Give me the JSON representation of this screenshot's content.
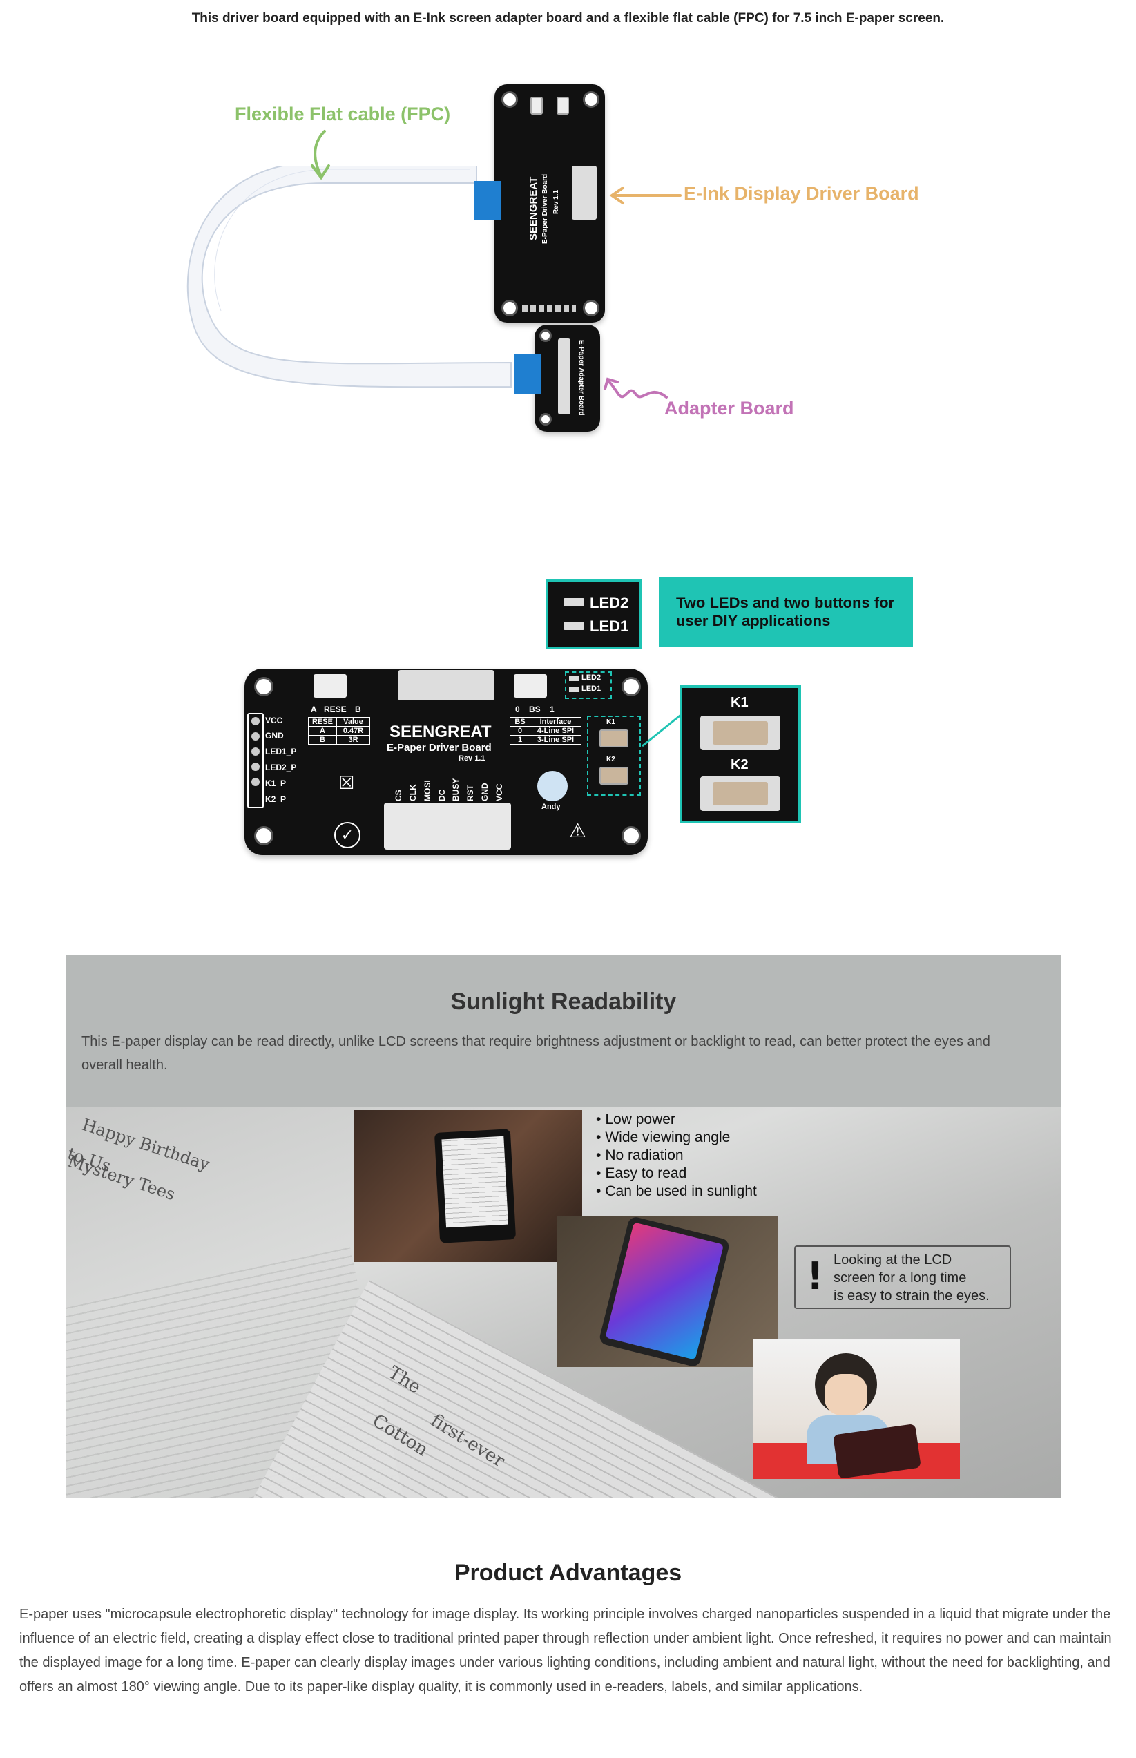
{
  "header": {
    "caption": "This driver board equipped with an E-Ink screen adapter board and a flexible flat cable (FPC) for 7.5 inch E-paper screen."
  },
  "diagram1": {
    "fpc_label": "Flexible Flat cable (FPC)",
    "driver_label": "E-Ink Display Driver Board",
    "adapter_label": "Adapter Board",
    "brand": "SEENGREAT",
    "driver_board_silk": "E-Paper Driver Board",
    "driver_board_rev": "Rev 1.1",
    "adapter_board_silk": "E-Paper Adapter Board",
    "fpc_color": "#f2f4f8",
    "connector_color": "#1f7fd0"
  },
  "diagram2": {
    "callout_text_line1": "Two LEDs and two buttons for",
    "callout_text_line2": "user DIY applications",
    "led2": "LED2",
    "led1": "LED1",
    "k1": "K1",
    "k2": "K2",
    "brand": "SEENGREAT",
    "board_name": "E-Paper Driver Board",
    "board_rev": "Rev 1.1",
    "left_pins": [
      "VCC",
      "GND",
      "LED1_P",
      "LED2_P",
      "K1_P",
      "K2_P"
    ],
    "bottom_pins": [
      "CS",
      "CLK",
      "MOSI",
      "DC",
      "BUSY",
      "RST",
      "GND",
      "VCC"
    ],
    "rese_table": {
      "headers": [
        "RESE",
        "Value"
      ],
      "rows": [
        [
          "A",
          "0.47R"
        ],
        [
          "B",
          "3R"
        ]
      ]
    },
    "bs_table": {
      "headers": [
        "BS",
        "Interface"
      ],
      "rows": [
        [
          "0",
          "4-Line SPI"
        ],
        [
          "1",
          "3-Line SPI"
        ]
      ]
    },
    "switch_left": [
      "A",
      "RESE",
      "B"
    ],
    "switch_right": [
      "0",
      "BS",
      "1"
    ],
    "andy": "Andy",
    "accent": "#1fc4b4"
  },
  "sunlight": {
    "title": "Sunlight Readability",
    "description": "This E-paper display can be read directly, unlike LCD screens that require brightness adjustment or backlight to read, can better protect the eyes and overall health.",
    "bullets": [
      "Low power",
      "Wide viewing angle",
      "No radiation",
      "Easy to read",
      "Can be used in sunlight"
    ],
    "warning_mark": "!",
    "warning_lines": [
      "Looking at the LCD",
      "screen for a long time",
      "is easy to strain the eyes."
    ],
    "book_text": {
      "left_lines": [
        "Happy Birthday",
        "to Us",
        "Mystery Tees"
      ],
      "the": "The",
      "first_ever": "first-ever",
      "cotton": "Cotton"
    }
  },
  "advantages": {
    "title": "Product Advantages",
    "text": "E-paper uses \"microcapsule electrophoretic display\" technology for image display. Its working principle involves charged nanoparticles suspended in a liquid that migrate under the influence of an electric field, creating a display effect close to traditional printed paper through reflection under ambient light. Once refreshed, it requires no power and can maintain the displayed image for a long time. E-paper can clearly display images under various lighting conditions, including ambient and natural light, without the need for backlighting, and offers an almost 180° viewing angle. Due to its paper-like display quality, it is commonly used in e-readers, labels, and similar applications."
  }
}
